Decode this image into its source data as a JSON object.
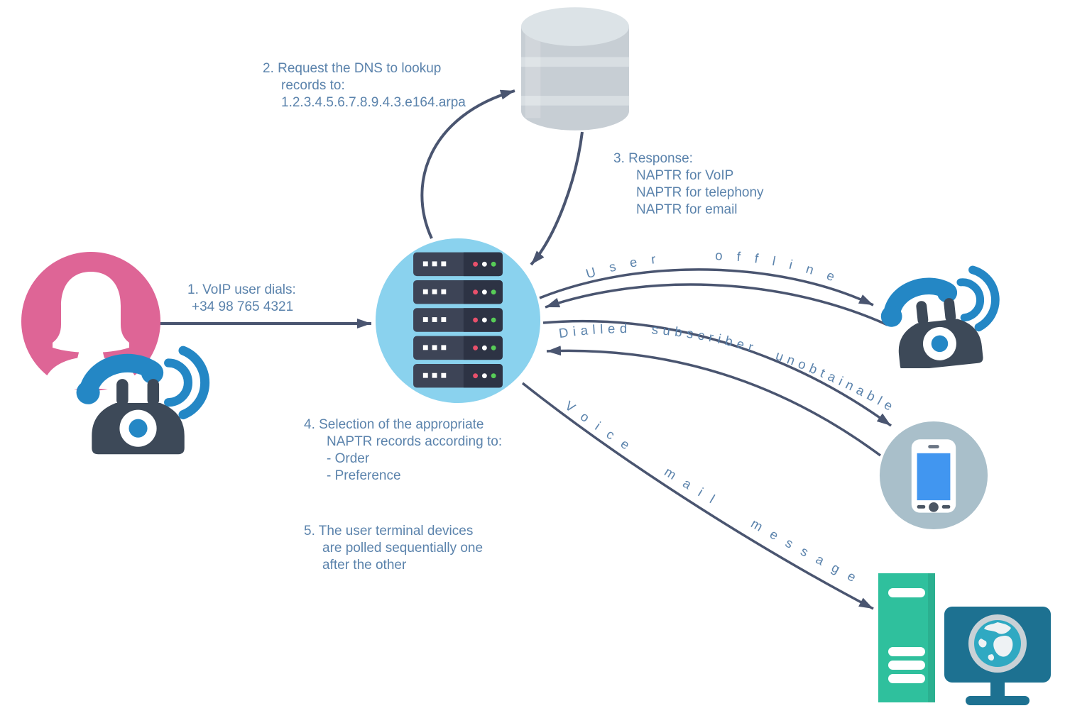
{
  "steps": {
    "step1": [
      "1. VoIP user dials:",
      "+34 98 765 4321"
    ],
    "step2": [
      "2. Request the DNS to lookup",
      "records to:",
      "1.2.3.4.5.6.7.8.9.4.3.e164.arpa"
    ],
    "step3": [
      "3. Response:",
      "NAPTR for VoIP",
      "NAPTR for telephony",
      "NAPTR for email"
    ],
    "step4": [
      "4. Selection of the appropriate",
      "NAPTR records according to:",
      "- Order",
      "- Preference"
    ],
    "step5": [
      "5. The user terminal devices",
      "are polled sequentially one",
      "after the other"
    ]
  },
  "arc_labels": {
    "user_offline": "User offline",
    "dialled_unobtainable": "Dialled subscriber unobtainable",
    "voice_mail": "Voice mail message"
  },
  "icons": {
    "caller": "female-user-icon",
    "caller_phone": "telephone-icon",
    "enum_server": "server-rack-icon",
    "dns_database": "database-icon",
    "callee_phone": "telephone-icon",
    "smartphone": "smartphone-icon",
    "voicemail_server": "server-tower-icon",
    "web_terminal": "monitor-globe-icon"
  },
  "colors": {
    "user_pink": "#de6596",
    "server_circle_blue": "#8ad2ee",
    "phone_blue": "#2487c5",
    "phone_dark": "#3d4958",
    "arrow": "#4a5570",
    "text_blue": "#5b83ac",
    "database_gray": "#c7ced4",
    "smartphone_circle": "#a9bfca",
    "smartphone_screen": "#4196f0",
    "voicemail_green": "#2fc09d",
    "monitor_teal": "#1d7191"
  }
}
